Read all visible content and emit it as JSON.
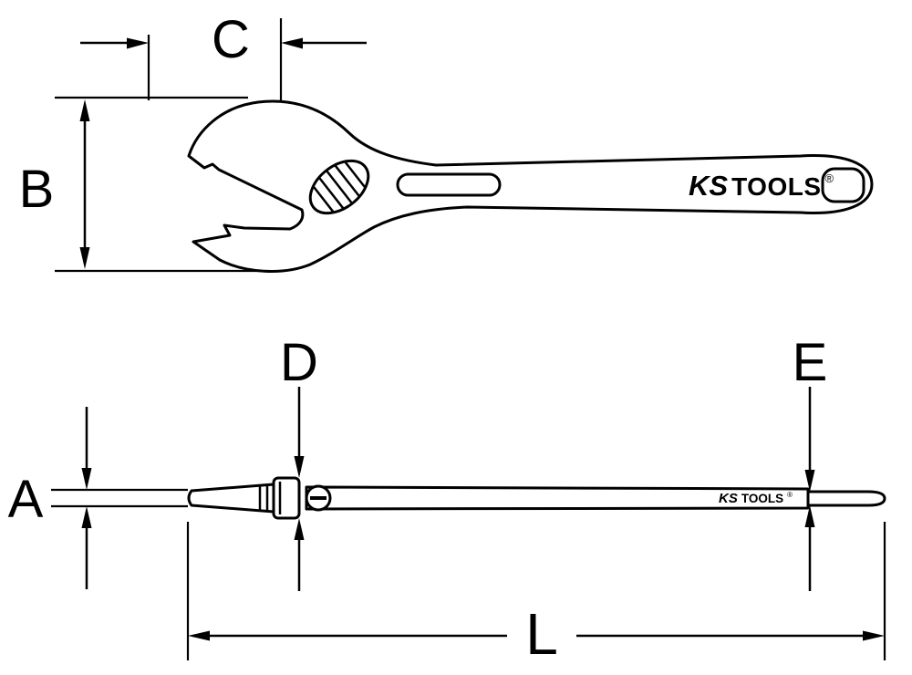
{
  "colors": {
    "line": "#000000",
    "background": "#ffffff"
  },
  "dimensions": {
    "a": "A",
    "b": "B",
    "c": "C",
    "d": "D",
    "e": "E",
    "l": "L"
  },
  "brand": {
    "ks": "KS",
    "tools": "TOOLS",
    "registered": "®"
  }
}
